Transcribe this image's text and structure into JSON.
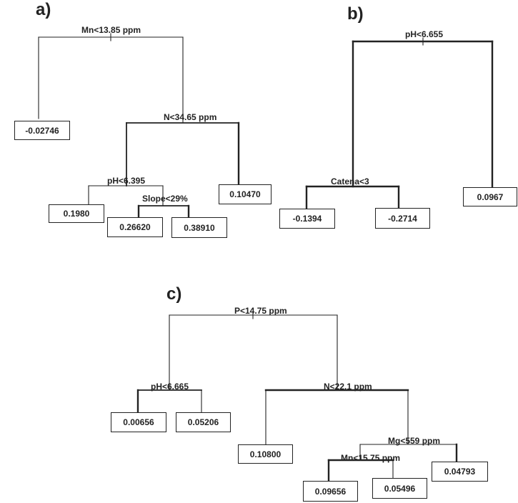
{
  "panels": {
    "a": {
      "label": "a)",
      "splits": [
        "Mn<13.85 ppm",
        "N<34.65 ppm",
        "pH<6.395",
        "Slope<29%"
      ],
      "leaves": [
        "-0.02746",
        "0.1980",
        "0.26620",
        "0.38910",
        "0.10470"
      ]
    },
    "b": {
      "label": "b)",
      "splits": [
        "pH<6.655",
        "Catena<3"
      ],
      "leaves": [
        "-0.1394",
        "-0.2714",
        "0.0967"
      ]
    },
    "c": {
      "label": "c)",
      "splits": [
        "P<14.75 ppm",
        "pH<6.665",
        "N<22.1 ppm",
        "Mg<559 ppm",
        "Mn<15.75 ppm"
      ],
      "leaves": [
        "0.00656",
        "0.05206",
        "0.10800",
        "0.09656",
        "0.05496",
        "0.04793"
      ]
    }
  }
}
